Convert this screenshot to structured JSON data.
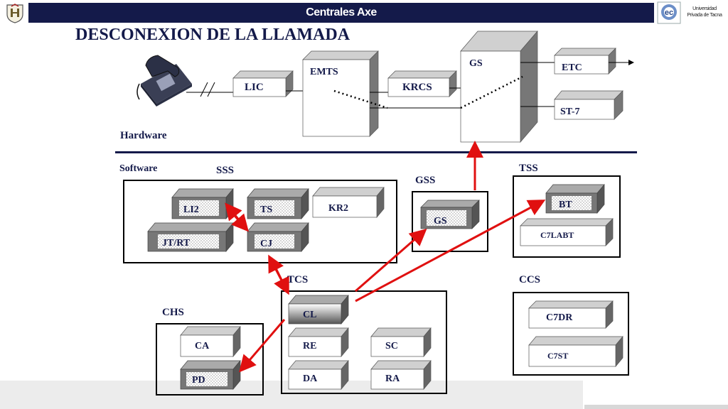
{
  "header": {
    "title": "Centrales Axe",
    "university_line1": "Universidad",
    "university_line2": "Privada de Tacna"
  },
  "page_title": "DESCONEXION DE LA LLAMADA",
  "sections": {
    "hardware": "Hardware",
    "software": "Software",
    "sss": "SSS",
    "gss": "GSS",
    "tss": "TSS",
    "tcs": "TCS",
    "ccs": "CCS",
    "chs": "CHS"
  },
  "hardware_blocks": {
    "lic": "LIC",
    "emts": "EMTS",
    "krcs": "KRCS",
    "gs": "GS",
    "etc": "ETC",
    "st7": "ST-7"
  },
  "software_blocks": {
    "li2": "LI2",
    "ts": "TS",
    "kr2": "KR2",
    "jtrt": "JT/RT",
    "cj": "CJ",
    "gs": "GS",
    "bt": "BT",
    "c7labt": "C7LABT",
    "cl": "CL",
    "re": "RE",
    "sc": "SC",
    "da": "DA",
    "ra": "RA",
    "ca": "CA",
    "pd": "PD",
    "c7dr": "C7DR",
    "c7st": "C7ST"
  },
  "colors": {
    "navy": "#141a4a",
    "arrow_red": "#e01010",
    "block_gray": "#808080"
  }
}
